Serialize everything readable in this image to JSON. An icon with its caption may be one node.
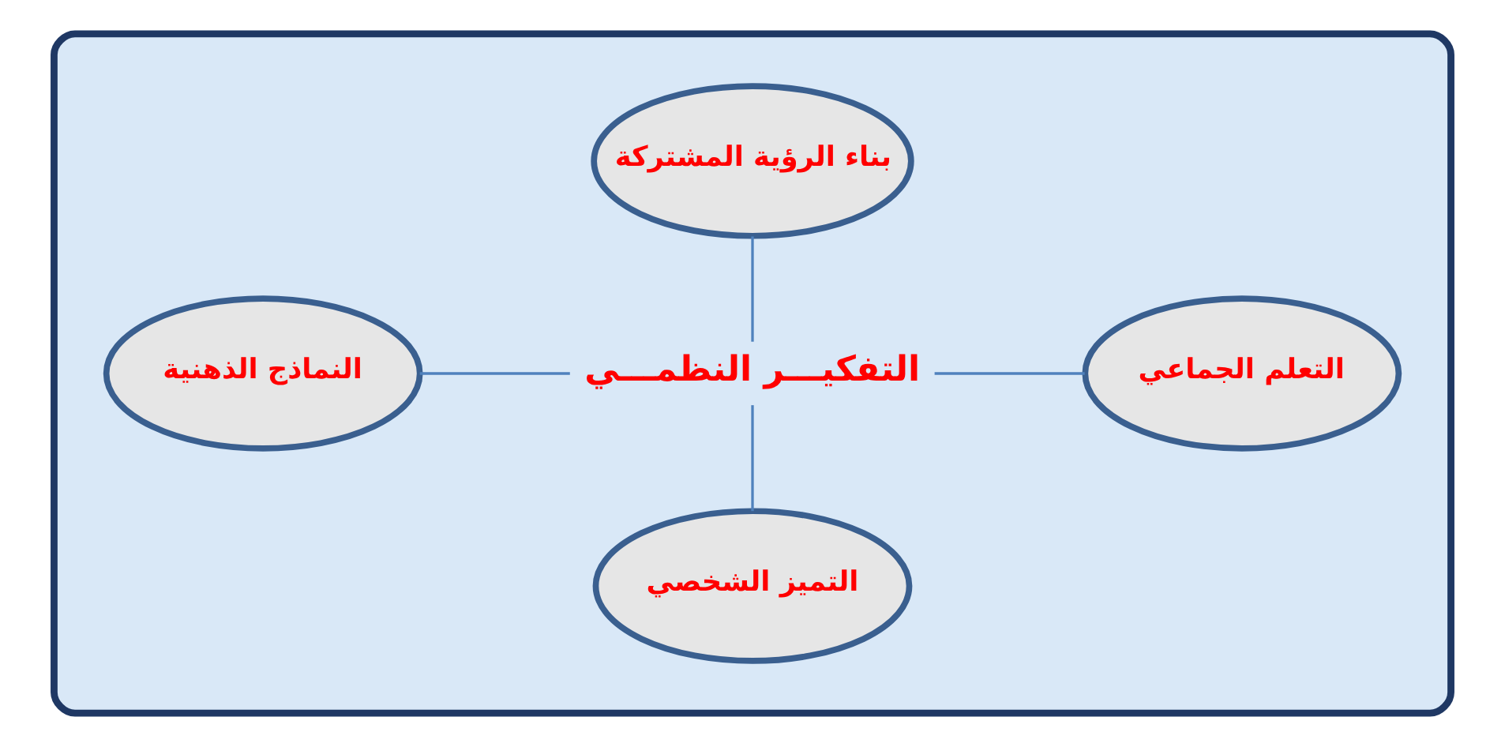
{
  "diagram": {
    "nodes": [
      {
        "text": [],
        "shape": "box"
      },
      {
        "text": [
          "بناء الرؤية المشتركة"
        ],
        "in": 0
      },
      {
        "text": [
          "النماذج الذهنية"
        ],
        "in": 0
      },
      {
        "text": [
          "التفكيـــر النظمـــي"
        ],
        "in": 0
      },
      {
        "text": [
          "التعلم الجماعي"
        ],
        "in": 0
      },
      {
        "text": [
          "التميز الشخصي"
        ],
        "in": 0
      }
    ],
    "edges": [
      {
        "from": 1,
        "to": 3,
        "arrow": "none"
      },
      {
        "from": 2,
        "to": 3,
        "arrow": "none"
      },
      {
        "from": 3,
        "to": 4,
        "arrow": "none"
      },
      {
        "from": 3,
        "to": 5,
        "arrow": "none"
      }
    ]
  }
}
